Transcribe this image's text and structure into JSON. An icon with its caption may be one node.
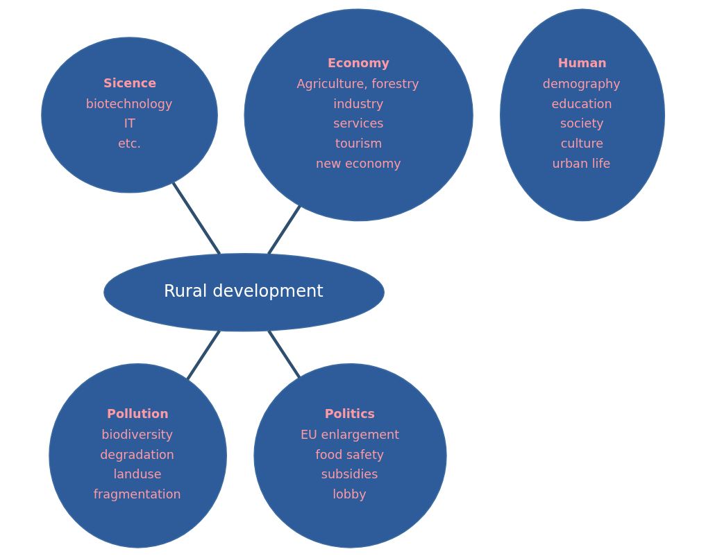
{
  "diagram": {
    "nodes": [
      {
        "text": [
          "Human",
          "demography",
          "education",
          "society",
          "culture",
          "urban life"
        ]
      },
      {
        "text": [
          "Sicence",
          "biotechnology",
          "IT",
          "etc."
        ]
      },
      {
        "text": [
          "Economy",
          "Agriculture, forestry",
          "industry",
          "services",
          "tourism",
          "new economy"
        ]
      },
      {
        "text": [
          "Rural development"
        ]
      },
      {
        "text": [
          "Pollution",
          "biodiversity",
          "degradation",
          "landuse",
          "fragmentation"
        ]
      },
      {
        "text": [
          "Politics",
          "EU enlargement",
          "food safety",
          "subsidies",
          "lobby"
        ]
      }
    ],
    "edges": [
      {
        "from": 1,
        "to": 3,
        "arrow": "none"
      },
      {
        "from": 2,
        "to": 3,
        "arrow": "none"
      },
      {
        "from": 3,
        "to": 4,
        "arrow": "none"
      },
      {
        "from": 3,
        "to": 5,
        "arrow": "none"
      }
    ]
  }
}
